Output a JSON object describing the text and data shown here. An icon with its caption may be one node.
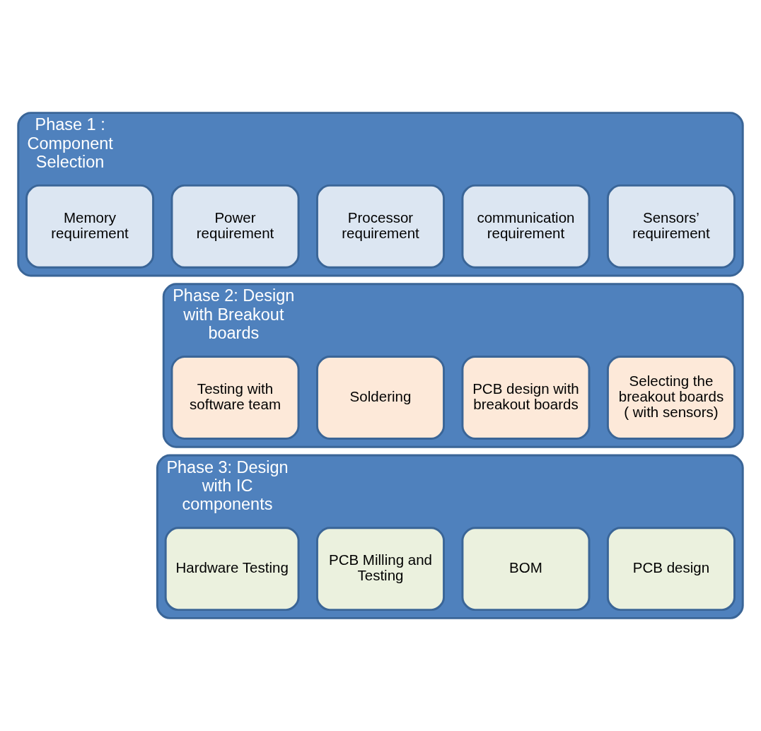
{
  "diagram": {
    "nodes": [
      {
        "text": [
          "Phase 1 : Component Selection"
        ]
      },
      {
        "text": [
          "Sensors’ requirement"
        ],
        "in": 0
      },
      {
        "text": [
          "communication requirement"
        ],
        "in": 0
      },
      {
        "text": [
          "Processor requirement"
        ],
        "in": 0
      },
      {
        "text": [
          "Power requirement"
        ],
        "in": 0
      },
      {
        "text": [
          "Memory requirement"
        ],
        "in": 0
      },
      {
        "text": [
          "Phase 2: Design with Breakout boards"
        ]
      },
      {
        "text": [
          "Selecting the breakout boards ( with sensors)"
        ],
        "in": 6
      },
      {
        "text": [
          "PCB design with breakout boards"
        ],
        "in": 6
      },
      {
        "text": [
          "Soldering"
        ],
        "in": 6
      },
      {
        "text": [
          "Testing with software team"
        ],
        "in": 6
      },
      {
        "text": [
          "Phase 3: Design with IC components"
        ]
      },
      {
        "text": [
          "PCB design"
        ],
        "in": 11
      },
      {
        "text": [
          "BOM"
        ],
        "in": 11
      },
      {
        "text": [
          "PCB Milling and Testing"
        ],
        "in": 11
      },
      {
        "text": [
          "Hardware Testing"
        ],
        "in": 11
      }
    ]
  }
}
